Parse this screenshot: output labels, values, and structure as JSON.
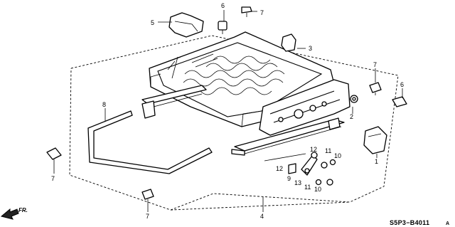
{
  "diagram": {
    "callouts": {
      "c1": "1",
      "c2": "2",
      "c3": "3",
      "c4": "4",
      "c5": "5",
      "c6a": "6",
      "c6b": "6",
      "c7a": "7",
      "c7b": "7",
      "c7c": "7",
      "c7d": "7",
      "c8": "8",
      "c9": "9",
      "c10a": "10",
      "c10b": "10",
      "c11a": "11",
      "c11b": "11",
      "c12a": "12",
      "c12b": "12",
      "c13": "13"
    },
    "direction_label": "FR.",
    "diagram_code": "S5P3−B4011",
    "diagram_code_suffix": "A"
  }
}
